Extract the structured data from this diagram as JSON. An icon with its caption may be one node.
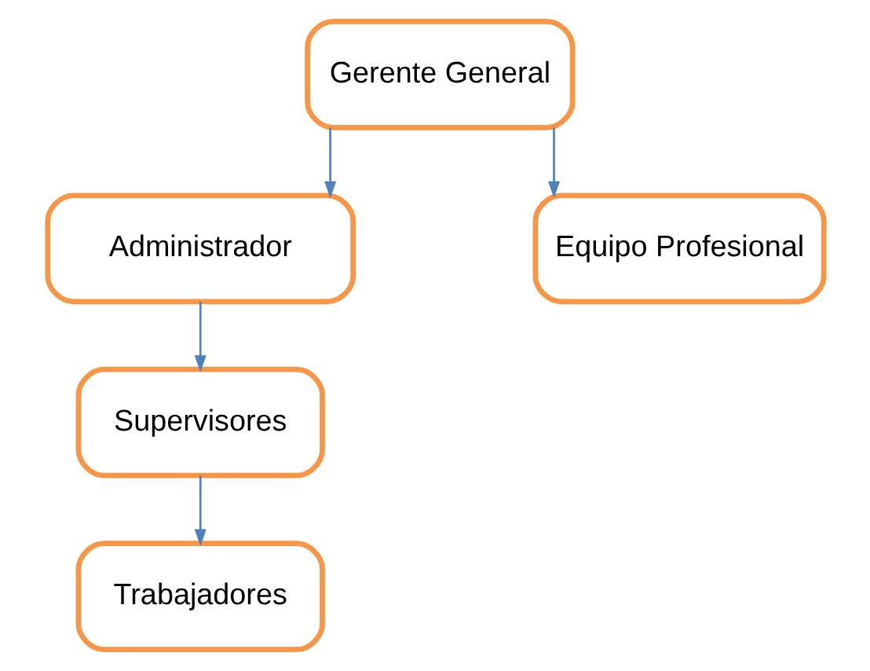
{
  "diagram": {
    "nodes": [
      {
        "text": [
          "Gerente General"
        ]
      },
      {
        "text": [
          "Administrador"
        ]
      },
      {
        "text": [
          "Equipo Profesional"
        ]
      },
      {
        "text": [
          "Supervisores"
        ]
      },
      {
        "text": [
          "Trabajadores"
        ]
      }
    ],
    "edges": [
      {
        "from": 0,
        "to": 1,
        "arrow": "to"
      },
      {
        "from": 0,
        "to": 2,
        "arrow": "to"
      },
      {
        "from": 1,
        "to": 3,
        "arrow": "to"
      },
      {
        "from": 3,
        "to": 4,
        "arrow": "to"
      }
    ]
  }
}
